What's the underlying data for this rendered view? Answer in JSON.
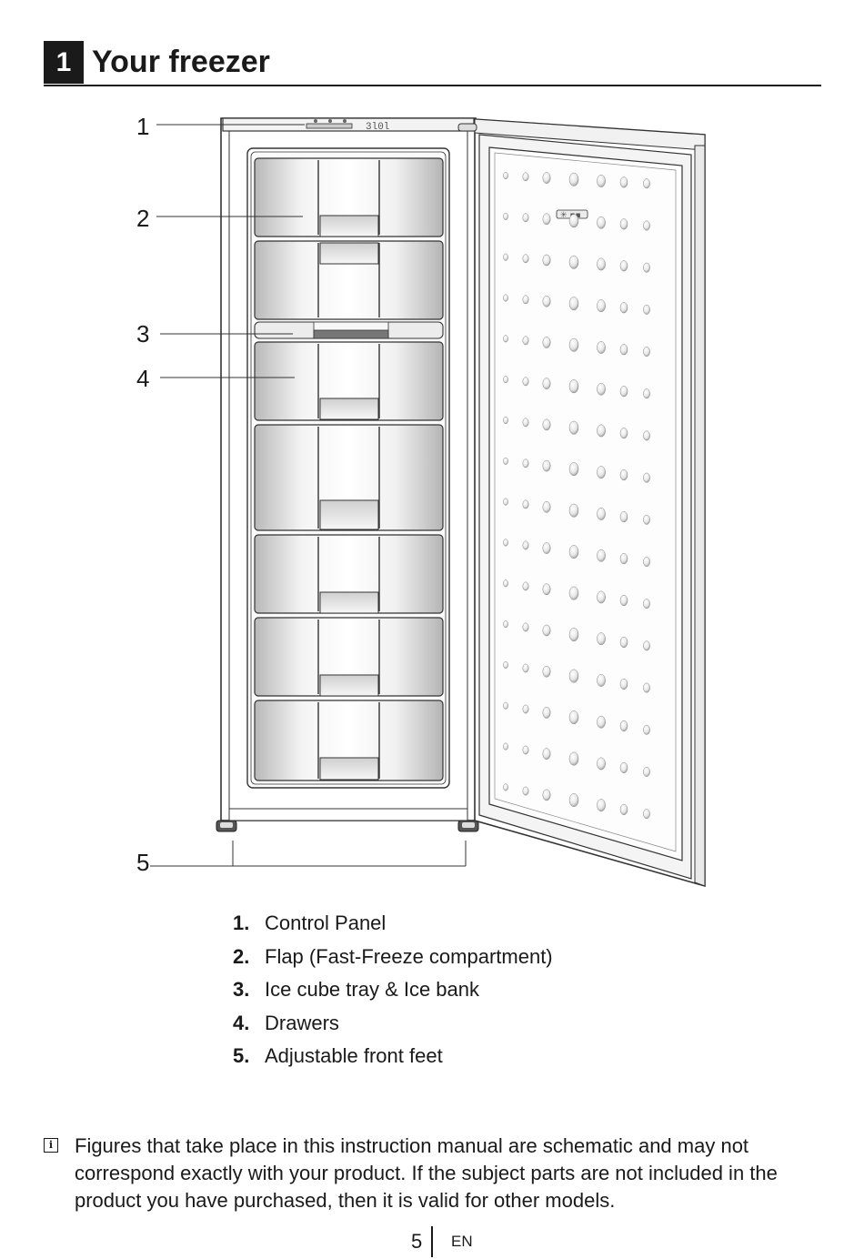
{
  "header": {
    "section_number": "1",
    "title": "Your freezer"
  },
  "figure": {
    "callouts": [
      "1",
      "2",
      "3",
      "4",
      "5"
    ]
  },
  "legend": [
    {
      "number": "1.",
      "label": "Control Panel"
    },
    {
      "number": "2.",
      "label": "Flap (Fast-Freeze compartment)"
    },
    {
      "number": "3.",
      "label": "Ice cube tray & Ice bank"
    },
    {
      "number": "4.",
      "label": "Drawers"
    },
    {
      "number": "5.",
      "label": "Adjustable front feet"
    }
  ],
  "note": {
    "icon": "info-icon",
    "text": "Figures that take place in this instruction manual are schematic and may not correspond exactly with your product. If the subject parts are not included in the product you have purchased, then it is valid for other models."
  },
  "footer": {
    "page_number": "5",
    "language": "EN"
  }
}
